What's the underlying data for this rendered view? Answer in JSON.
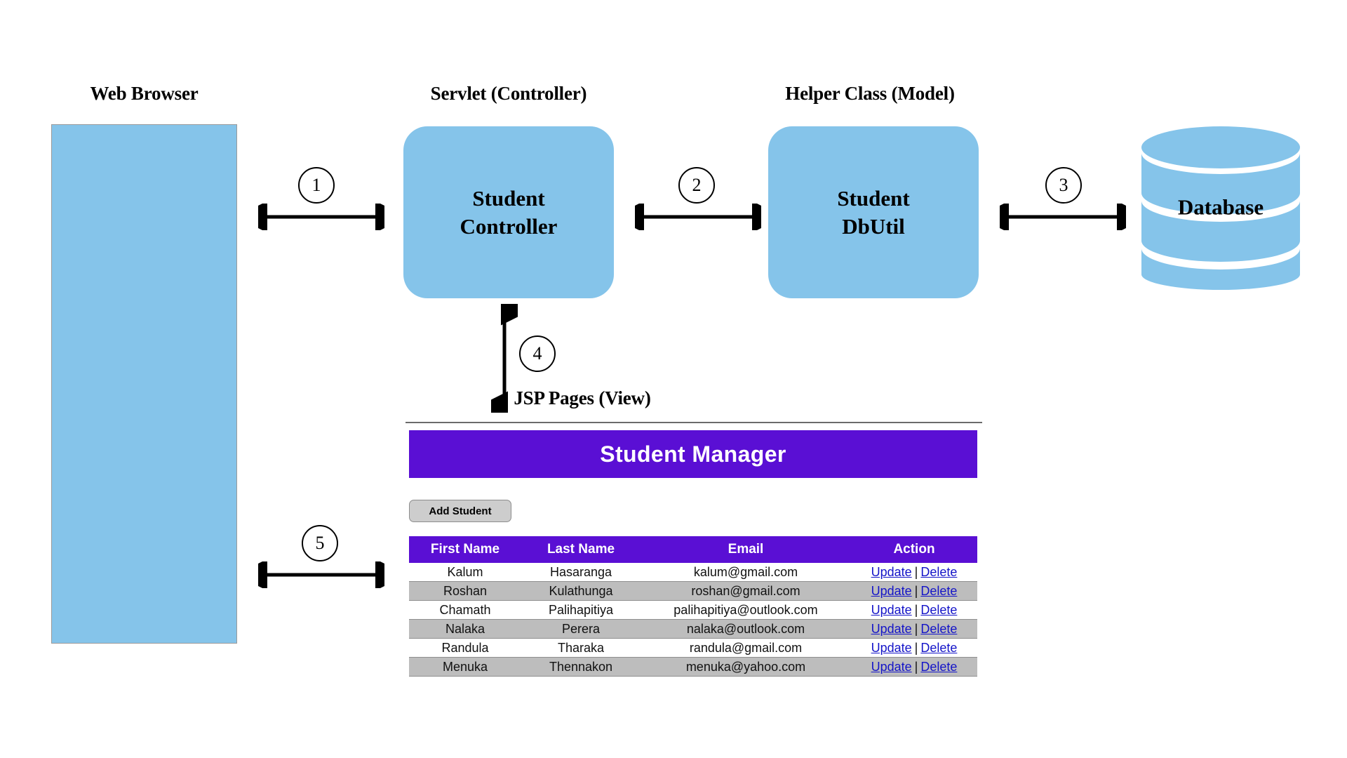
{
  "diagram": {
    "captions": [
      {
        "label": "Web Browser"
      },
      {
        "label": "Servlet (Controller)"
      },
      {
        "label": "Helper Class (Model)"
      },
      {
        "label": "JSP Pages (View)"
      }
    ],
    "nodes": [
      {
        "name": "web-browser",
        "label": ""
      },
      {
        "name": "student-controller",
        "label": "Student\nController"
      },
      {
        "name": "student-dbutil",
        "label": "Student\nDbUtil"
      },
      {
        "name": "database",
        "label": "Database"
      }
    ],
    "flow_badges": [
      {
        "number": "1"
      },
      {
        "number": "2"
      },
      {
        "number": "3"
      },
      {
        "number": "4"
      },
      {
        "number": "5"
      }
    ]
  },
  "jsp_view": {
    "banner_title": "Student Manager",
    "add_button_label": "Add Student",
    "table": {
      "columns": [
        "First Name",
        "Last Name",
        "Email",
        "Action"
      ],
      "rows": [
        {
          "first_name": "Kalum",
          "last_name": "Hasaranga",
          "email": "kalum@gmail.com",
          "update": "Update",
          "delete": "Delete"
        },
        {
          "first_name": "Roshan",
          "last_name": "Kulathunga",
          "email": "roshan@gmail.com",
          "update": "Update",
          "delete": "Delete"
        },
        {
          "first_name": "Chamath",
          "last_name": "Palihapitiya",
          "email": "palihapitiya@outlook.com",
          "update": "Update",
          "delete": "Delete"
        },
        {
          "first_name": "Nalaka",
          "last_name": "Perera",
          "email": "nalaka@outlook.com",
          "update": "Update",
          "delete": "Delete"
        },
        {
          "first_name": "Randula",
          "last_name": "Tharaka",
          "email": "randula@gmail.com",
          "update": "Update",
          "delete": "Delete"
        },
        {
          "first_name": "Menuka",
          "last_name": "Thennakon",
          "email": "menuka@yahoo.com",
          "update": "Update",
          "delete": "Delete"
        }
      ],
      "action_separator": "|"
    }
  },
  "colors": {
    "node_blue": "#85C4EA",
    "accent_purple": "#5A0FD4",
    "row_stripe": "#BDBDBD",
    "link_blue": "#1414C8",
    "button_gray": "#CDCDCD",
    "background": "#FFFFFF"
  }
}
